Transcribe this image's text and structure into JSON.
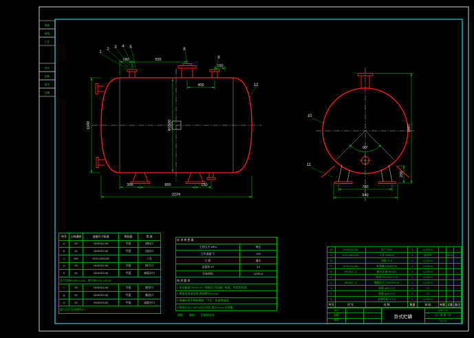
{
  "colors": {
    "vessel_red": "#ff2222",
    "dim_green": "#00cc00",
    "text_white": "#e6e6e6",
    "border_cyan": "#00e5e5",
    "table_green": "#00aa00"
  },
  "rev_strip": {
    "a": [
      "批准",
      "审核",
      "工艺"
    ],
    "b": [
      "标记",
      "处数",
      "签字",
      "日期"
    ]
  },
  "side_view": {
    "dims": {
      "top1": "180",
      "top2": "555",
      "mid": "400",
      "top_right": "150",
      "left_v": "1040",
      "dia": "Φ1500",
      "bot1": "300",
      "bot2": "800",
      "bot3": "150",
      "overall": "2224"
    },
    "callouts": {
      "c1": "1",
      "c2": "2",
      "c3": "3",
      "c4": "4",
      "c5": "5",
      "c6": "6",
      "c8": "8",
      "c12": "12"
    }
  },
  "end_view": {
    "dims": {
      "span1": "780",
      "span2": "940",
      "height": "1667",
      "saddle": "200",
      "angle": "90°"
    },
    "callouts": {
      "c10": "10",
      "c11": "11"
    }
  },
  "nozzle_table": {
    "rows": [
      {
        "c": [
          "符号",
          "公称通径",
          "连接尺寸标准",
          "密封面",
          "用  途"
        ],
        "k": "hdr"
      },
      [
        "a",
        "50",
        "HG5010-58",
        "平面",
        "进料口"
      ],
      [
        "b",
        "40",
        "HG5010-58",
        "平面",
        "出料口"
      ],
      [
        "c",
        "450",
        "HG5-1594-85",
        "",
        "人孔"
      ],
      [
        "d",
        "25",
        "HG5010-58",
        "平面",
        "排污口"
      ],
      [
        "e",
        "50",
        "HG5010-58",
        "平面",
        "液面计口"
      ],
      {
        "m": "法兰均按HG5010-58、垫片按HG5-329-58",
        "k": "grn"
      },
      [
        "f",
        "25",
        "HG5010-58",
        "平面",
        "放空口"
      ],
      [
        "g",
        "50",
        "HG5010-58",
        "平面",
        "备用口"
      ],
      [
        "h",
        "25",
        "HG5010-58",
        "平面",
        "温度计口"
      ],
      {
        "m": "管口方位见本图所示",
        "k": "grn"
      }
    ]
  },
  "spec_table": {
    "rows": [
      {
        "m": "技 术 特 性 表",
        "k": "hdr"
      },
      [
        "工作压力 MPa",
        "常压"
      ],
      [
        "工作温度 ℃",
        "≤50"
      ],
      [
        "介  质",
        "清水"
      ],
      [
        "全容积 m³",
        "3.5"
      ],
      [
        "主体材料",
        "Q235-A"
      ],
      {
        "m": "技 术 要 求",
        "k": "hdr"
      },
      {
        "m": "1.本设备按GB150-98《钢制压力容器》制造、检验和验收;",
        "k": "grn"
      },
      {
        "m": "2.焊接采用电弧焊,焊条牌号E4303;",
        "k": "grn"
      },
      {
        "m": "3.焊缝外观不得有裂纹、气孔、夹渣等缺陷;",
        "k": "grn"
      },
      {
        "m": "4.制成后以0.2MPa水压试验,保压30min无渗漏。",
        "k": "grn"
      }
    ]
  },
  "parts_table": {
    "rows": [
      [
        "10",
        "HG5010-58",
        "法兰 50-6",
        "4",
        "Q235-A",
        "",
        "",
        ""
      ],
      [
        "9",
        "HG5-1594-85",
        "人孔 DN450",
        "1",
        "组合件",
        "",
        "45.6",
        ""
      ],
      [
        "8",
        "",
        "垫板 δ=8",
        "2",
        "Q235-A",
        "",
        "",
        ""
      ],
      [
        "7",
        "HG5-221-58",
        "补强圈 DN450×8",
        "1",
        "Q235-A",
        "",
        "",
        ""
      ],
      [
        "6",
        "JB1161-71",
        "鞍式支座 B1500",
        "2",
        "Q235-A",
        "",
        "",
        ""
      ],
      [
        "5",
        "",
        "筒体 DN1500 δ=8",
        "1",
        "Q235-A",
        "",
        "",
        ""
      ],
      [
        "4",
        "JB1160-71",
        "椭圆封头 DN1500×8",
        "2",
        "Q235-A",
        "",
        "",
        ""
      ],
      [
        "3",
        "",
        "接管 φ57×3.5",
        "4",
        "10",
        "",
        "",
        ""
      ],
      [
        "2",
        "",
        "接管 φ32×3.5",
        "2",
        "10",
        "",
        "",
        ""
      ],
      [
        "1",
        "",
        "支座垫板 δ=10",
        "2",
        "Q235-A",
        "",
        "",
        ""
      ],
      {
        "c": [
          "件号",
          "代  号",
          "名  称",
          "数量",
          "材  料",
          "单重",
          "总重",
          "备注"
        ],
        "k": "hdr"
      }
    ]
  },
  "title_block": {
    "roles": [
      "设计",
      "制图",
      "审核"
    ],
    "title": "卧式贮罐",
    "scale": "比例 1:10",
    "sheet": "共 1 张 第 1 张",
    "number": "T01-01"
  },
  "footer": {
    "note": "描图        描校        旧底图总号"
  }
}
